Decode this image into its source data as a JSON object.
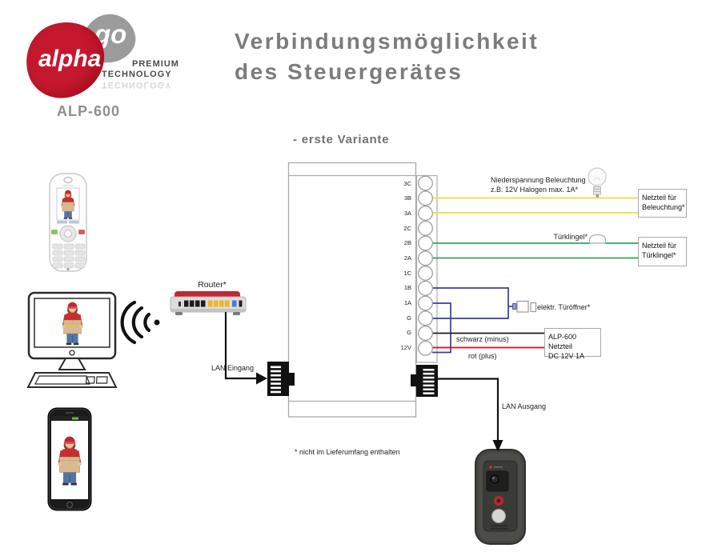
{
  "logo": {
    "alpha": "alpha",
    "go": "go",
    "premium": "PREMIUM",
    "technology": "TECHNOLOGY",
    "model": "ALP-600"
  },
  "header": {
    "title_line1": "Verbindungsmöglichkeit",
    "title_line2": "des Steuergerätes",
    "variant": "- erste Variante"
  },
  "terminals": {
    "labels": [
      "3C",
      "3B",
      "3A",
      "2C",
      "2B",
      "2A",
      "1C",
      "1B",
      "1A",
      "G",
      "G",
      "12V"
    ]
  },
  "annotations": {
    "lighting_line1": "Niederspannung Beleuchtung",
    "lighting_line2": "z.B. 12V Halogen max. 1A*",
    "doorbell": "Türklingel*",
    "door_opener": "elektr. Türöffner*",
    "black_wire": "schwarz (minus)",
    "red_wire": "rot (plus)",
    "router": "Router*",
    "lan_in": "LAN Eingang",
    "lan_out": "LAN Ausgang",
    "footnote": "* nicht im Lieferumfang enthalten"
  },
  "boxes": {
    "psu_lighting_line1": "Netzteil für",
    "psu_lighting_line2": "Beleuchtung*",
    "psu_doorbell_line1": "Netzteil für",
    "psu_doorbell_line2": "Türklingel*",
    "psu_alp_line1": "ALP-600 Netzteil",
    "psu_alp_line2": "DC 12V 1A"
  },
  "colors": {
    "wire_yellow": "#f0df2a",
    "wire_green": "#2fa65a",
    "wire_blue": "#3c3b9e",
    "wire_red": "#e30613",
    "wire_black": "#1a1a1a",
    "logo_red": "#c5182e",
    "logo_gray": "#9b9b9b",
    "title_gray": "#7c7c7c",
    "box_border_gray": "#a9a9a9"
  }
}
